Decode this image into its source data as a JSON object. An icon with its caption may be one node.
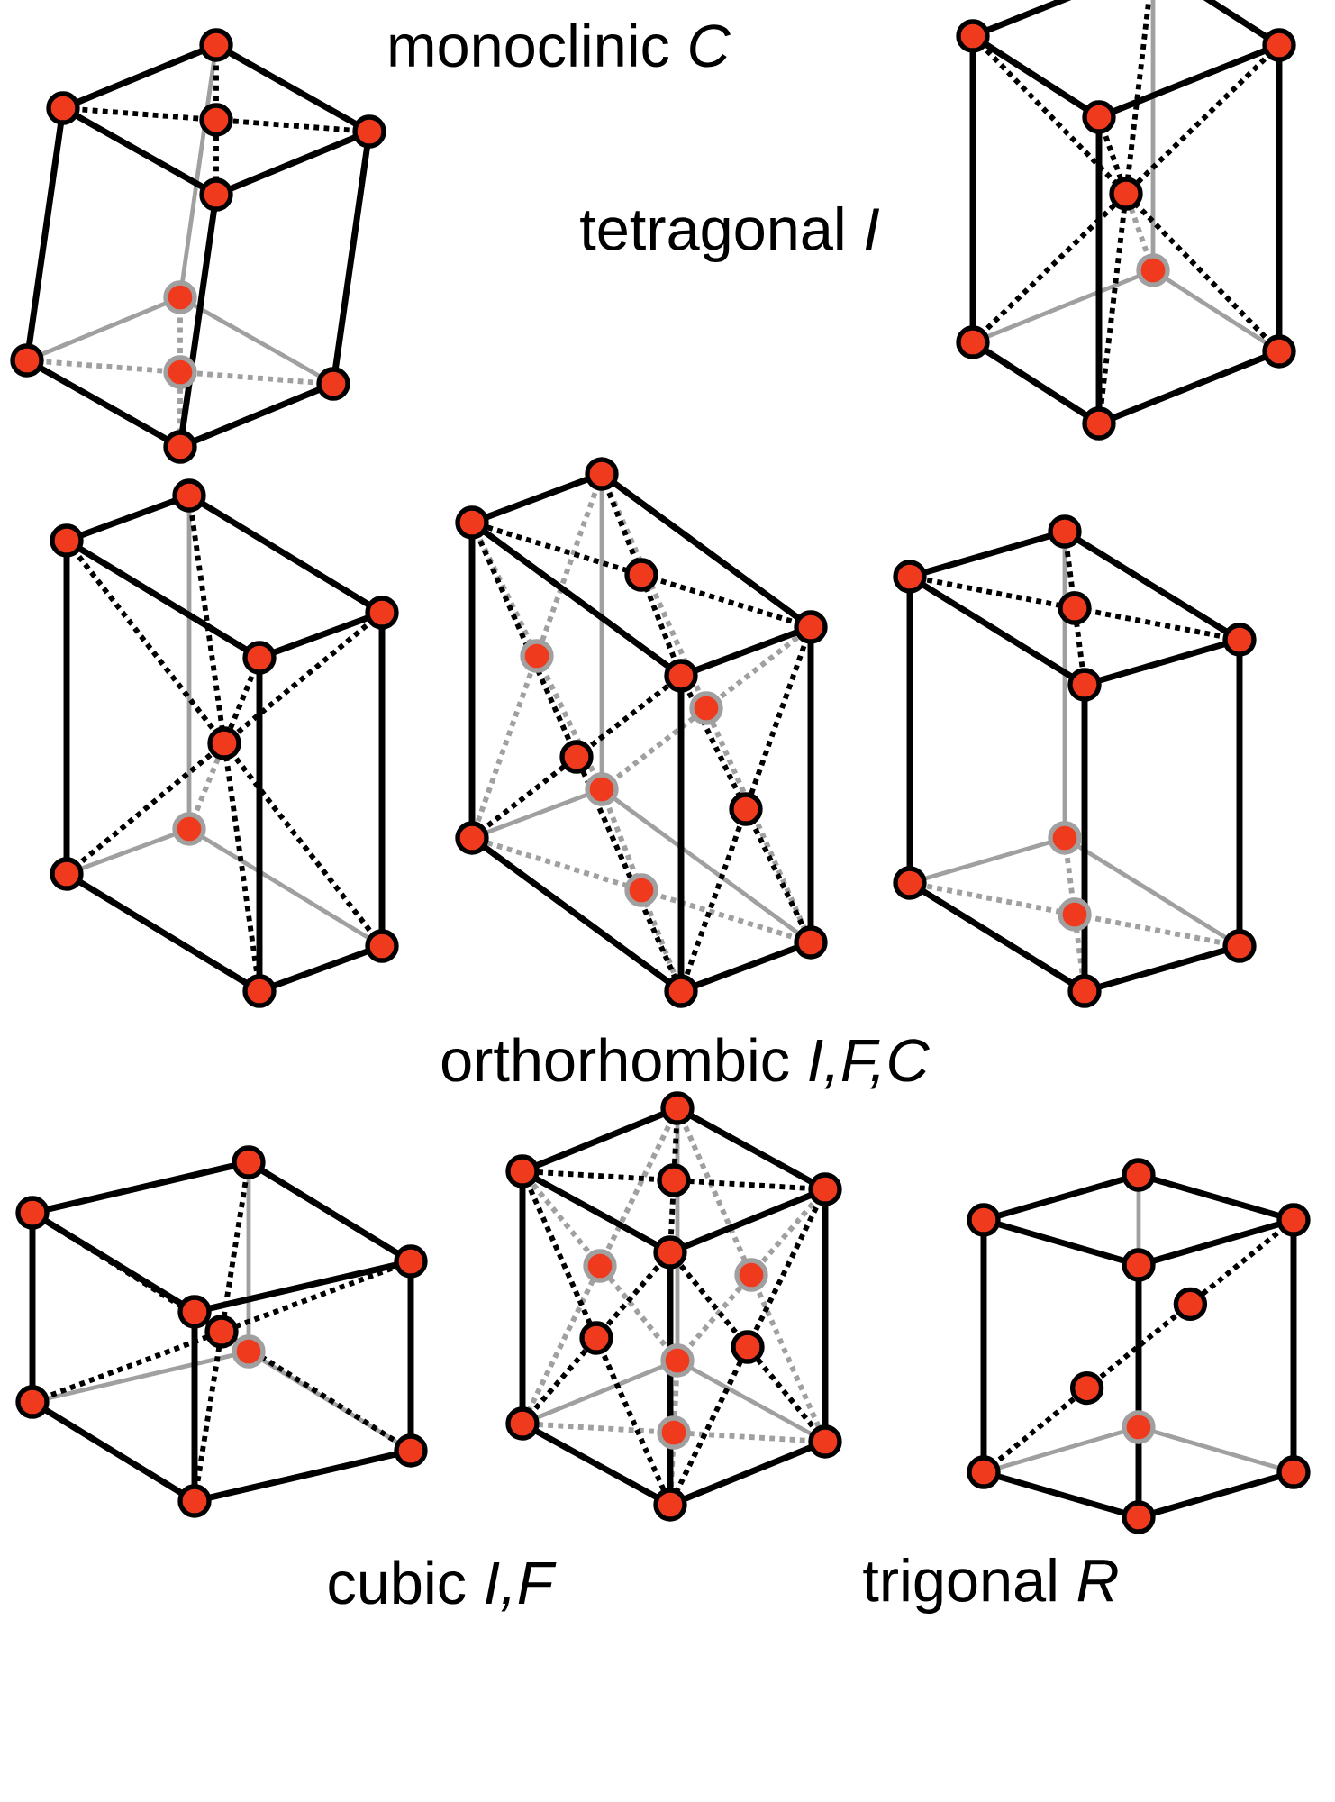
{
  "diagram": {
    "labels": [
      "monoclinic *C*",
      "tetragonal *I*",
      "orthorhombic *I,F,C*",
      "cubic *I,F*",
      "trigonal *R*"
    ]
  }
}
